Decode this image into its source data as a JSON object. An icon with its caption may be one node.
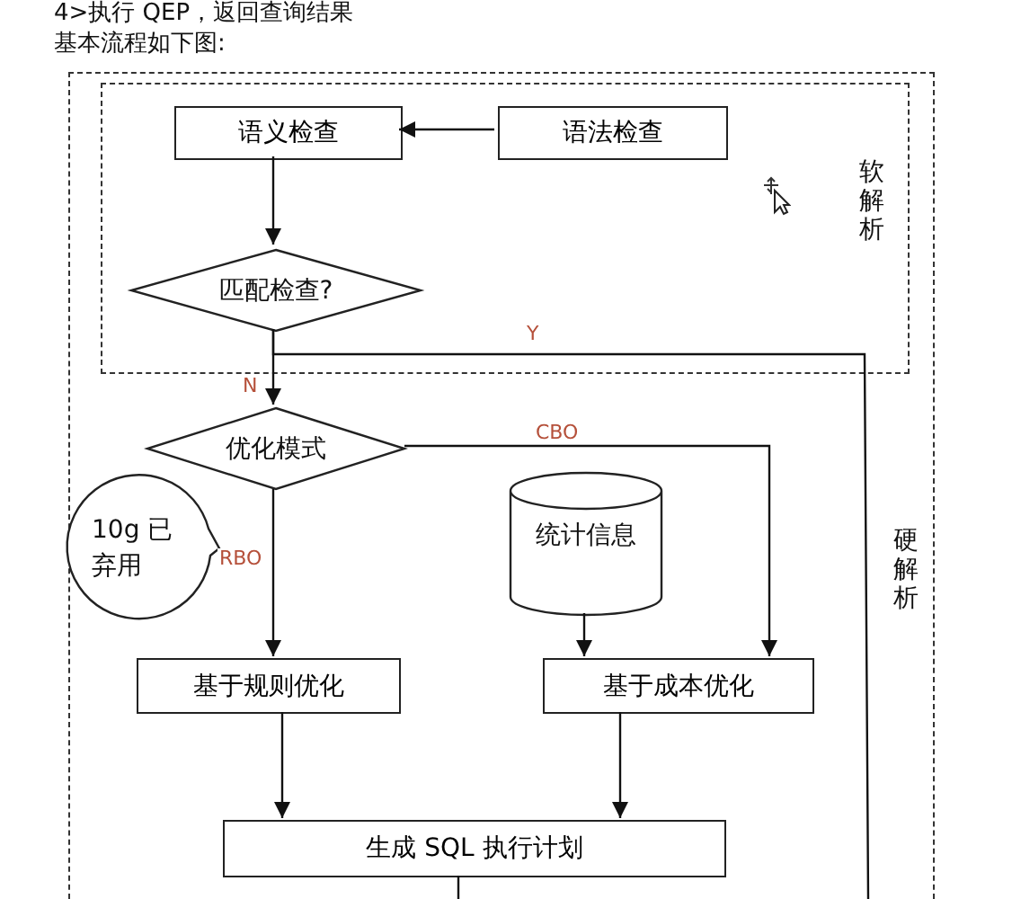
{
  "diagram": {
    "nodes": [
      {
        "text": [
          "硬解析"
        ]
      },
      {
        "text": [
          "软解析"
        ],
        "in": 0
      },
      {
        "text": [
          "语义检查"
        ],
        "in": 1
      },
      {
        "text": [
          "语法检查"
        ],
        "in": 1
      },
      {
        "text": [
          "匹配检查?"
        ],
        "in": 1
      },
      {
        "text": [
          "优化模式"
        ],
        "in": 0
      },
      {
        "text": [
          "10g 已弃用"
        ],
        "in": 0
      },
      {
        "text": [
          "统计信息"
        ],
        "in": 0
      },
      {
        "text": [
          "基于规则优化"
        ],
        "in": 0
      },
      {
        "text": [
          "基于成本优化"
        ],
        "in": 0
      },
      {
        "text": [
          "生成 SQL 执行计划"
        ],
        "in": 0
      }
    ],
    "edges": [
      {
        "from": 3,
        "to": 2,
        "arrow": "to"
      },
      {
        "from": 2,
        "to": 4,
        "arrow": "to"
      },
      {
        "from": 4,
        "to": 5,
        "arrow": "to",
        "label": "N"
      },
      {
        "from": 4,
        "to": null,
        "arrow": "none",
        "label": "Y"
      },
      {
        "from": 5,
        "to": 8,
        "arrow": "to",
        "label": "RBO"
      },
      {
        "from": 5,
        "to": 9,
        "arrow": "to",
        "label": "CBO"
      },
      {
        "from": 7,
        "to": 9,
        "arrow": "to"
      },
      {
        "from": 8,
        "to": 10,
        "arrow": "to"
      },
      {
        "from": 9,
        "to": 10,
        "arrow": "to"
      },
      {
        "from": 10,
        "to": null,
        "arrow": "none"
      }
    ],
    "labels": [
      "4>执行 QEP，返回查询结果",
      "基本流程如下图:"
    ]
  }
}
